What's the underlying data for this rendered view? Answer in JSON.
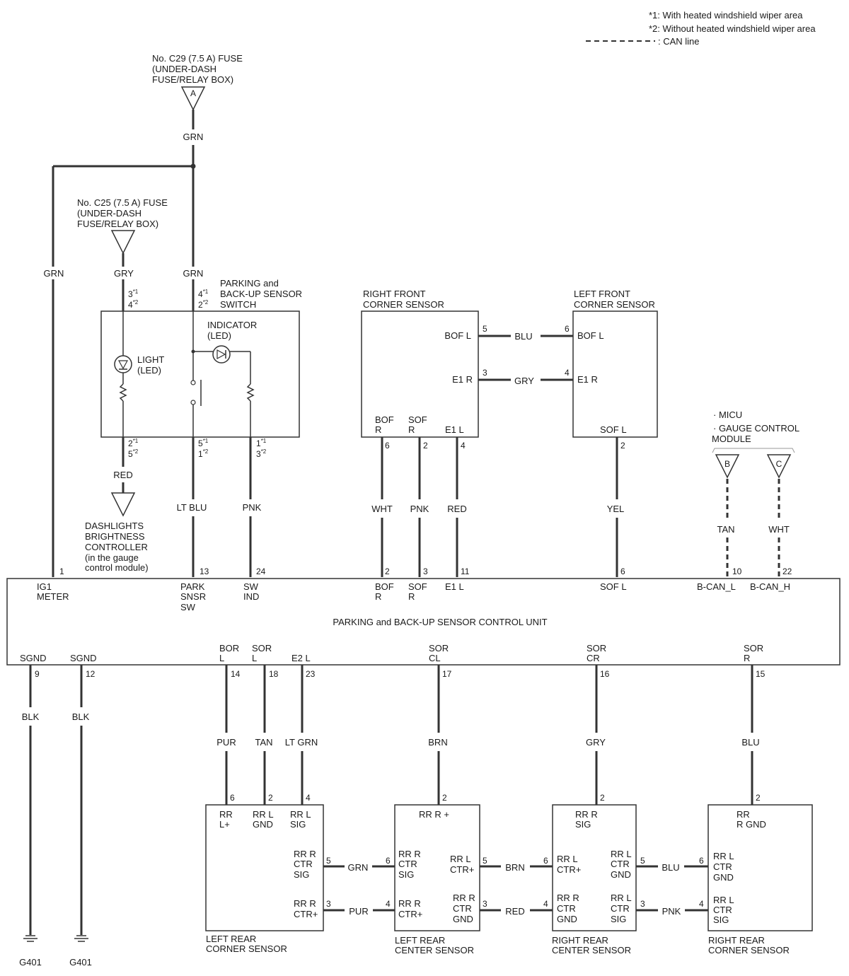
{
  "legend": {
    "note1": "*1: With heated windshield wiper area",
    "note2": "*2: Without heated windshield wiper area",
    "can": ": CAN line"
  },
  "fuse_a": {
    "lines": [
      "No. C29 (7.5 A) FUSE",
      "(UNDER-DASH",
      "FUSE/RELAY BOX)"
    ],
    "tag": "A",
    "wire": "GRN"
  },
  "fuse_c25": {
    "lines": [
      "No. C25 (7.5 A) FUSE",
      "(UNDER-DASH",
      "FUSE/RELAY BOX)"
    ],
    "wire": "GRY"
  },
  "wires": {
    "grn_left": "GRN",
    "grn_mid": "GRN"
  },
  "switch": {
    "title": [
      "PARKING and",
      "BACK-UP SENSOR",
      "SWITCH"
    ],
    "indicator": [
      "INDICATOR",
      "(LED)"
    ],
    "light": [
      "LIGHT",
      "(LED)"
    ],
    "pins": {
      "light_top_a": "3",
      "light_top_b": "4",
      "ind_top_a": "4",
      "ind_top_b": "2",
      "light_bot_a": "2",
      "light_bot_b": "5",
      "sw_bot_a": "5",
      "sw_bot_b": "1",
      "ind_bot_a": "1",
      "ind_bot_b": "3"
    },
    "sup1": "*1",
    "sup2": "*2"
  },
  "dashlights": {
    "wire": "RED",
    "lines": [
      "DASHLIGHTS",
      "BRIGHTNESS",
      "CONTROLLER",
      "(in the gauge",
      "control module)"
    ]
  },
  "switch_wires": {
    "ltblu": "LT BLU",
    "pnk": "PNK"
  },
  "rfcs": {
    "title": [
      "RIGHT FRONT",
      "CORNER SENSOR"
    ],
    "bofl": "BOF L",
    "e1r": "E1 R",
    "bofr": [
      "BOF",
      "R"
    ],
    "sofr": [
      "SOF",
      "R"
    ],
    "e1l": "E1 L",
    "pin_bofl": "5",
    "pin_e1r": "3",
    "pin_bofr": "6",
    "pin_sofr": "2",
    "pin_e1l": "4"
  },
  "lfcs": {
    "title": [
      "LEFT FRONT",
      "CORNER SENSOR"
    ],
    "bofl": "BOF L",
    "e1r": "E1 R",
    "sofl": "SOF L",
    "pin_bofl": "6",
    "pin_e1r": "4",
    "pin_sofl": "2"
  },
  "front_wires": {
    "blu": "BLU",
    "gry": "GRY",
    "wht": "WHT",
    "pnk": "PNK",
    "red": "RED",
    "yel": "YEL"
  },
  "micu": {
    "lines": [
      "· MICU",
      "· GAUGE CONTROL",
      "MODULE"
    ],
    "tag_b": "B",
    "tag_c": "C",
    "wire_tan": "TAN",
    "wire_wht": "WHT"
  },
  "unit": {
    "title": "PARKING and BACK-UP SENSOR CONTROL UNIT",
    "top_pins": {
      "ig1": "1",
      "park": "13",
      "sw": "24",
      "bofr": "2",
      "sofr": "3",
      "e1l": "11",
      "sofl": "6",
      "bcanl": "10",
      "bcanh": "22"
    },
    "top_labels": {
      "ig1": [
        "IG1",
        "METER"
      ],
      "park": [
        "PARK",
        "SNSR",
        "SW"
      ],
      "sw": [
        "SW",
        "IND"
      ],
      "bofr": [
        "BOF",
        "R"
      ],
      "sofr": [
        "SOF",
        "R"
      ],
      "e1l": "E1 L",
      "sofl": "SOF L",
      "bcanl": "B-CAN_L",
      "bcanh": "B-CAN_H"
    },
    "bot_labels": {
      "sgnd1": "SGND",
      "sgnd2": "SGND",
      "borl": [
        "BOR",
        "L"
      ],
      "sorl": [
        "SOR",
        "L"
      ],
      "e2l": "E2 L",
      "sorcl": [
        "SOR",
        "CL"
      ],
      "sorcr": [
        "SOR",
        "CR"
      ],
      "sorr": [
        "SOR",
        "R"
      ]
    },
    "bot_pins": {
      "sgnd1": "9",
      "sgnd2": "12",
      "borl": "14",
      "sorl": "18",
      "e2l": "23",
      "sorcl": "17",
      "sorcr": "16",
      "sorr": "15"
    }
  },
  "ground": {
    "wire1": "BLK",
    "wire2": "BLK",
    "g1": "G401",
    "g2": "G401"
  },
  "rear_wires": {
    "pur": "PUR",
    "tan": "TAN",
    "ltgrn": "LT GRN",
    "brn": "BRN",
    "gry": "GRY",
    "blu": "BLU"
  },
  "lrcs": {
    "title": [
      "LEFT REAR",
      "CORNER SENSOR"
    ],
    "rrl_plus": [
      "RR",
      "L+"
    ],
    "rrl_gnd": [
      "RR L",
      "GND"
    ],
    "rrl_sig": [
      "RR L",
      "SIG"
    ],
    "ctr_sig": [
      "RR R",
      "CTR",
      "SIG"
    ],
    "ctr_plus": [
      "RR R",
      "CTR+"
    ],
    "pin_6": "6",
    "pin_2": "2",
    "pin_4": "4",
    "pin_5": "5",
    "pin_3": "3"
  },
  "lrcen": {
    "title": [
      "LEFT REAR",
      "CENTER SENSOR"
    ],
    "rrr_plus": "RR R +",
    "rrr_ctr_sig": [
      "RR R",
      "CTR",
      "SIG"
    ],
    "rrr_ctr_plus": [
      "RR R",
      "CTR+"
    ],
    "rrl_ctr_plus": [
      "RR L",
      "CTR+"
    ],
    "rrr_ctr_gnd": [
      "RR R",
      "CTR",
      "GND"
    ],
    "pin_top": "2",
    "pin_l6": "6",
    "pin_l4": "4",
    "pin_r5": "5",
    "pin_r3": "3"
  },
  "rrcen": {
    "title": [
      "RIGHT REAR",
      "CENTER SENSOR"
    ],
    "rrr_sig": [
      "RR R",
      "SIG"
    ],
    "rrl_ctr_plus": [
      "RR L",
      "CTR+"
    ],
    "rrr_ctr_gnd": [
      "RR R",
      "CTR",
      "GND"
    ],
    "rrl_ctr_gnd": [
      "RR L",
      "CTR",
      "GND"
    ],
    "rrl_ctr_sig": [
      "RR L",
      "CTR",
      "SIG"
    ],
    "pin_top": "2",
    "pin_l6": "6",
    "pin_l4": "4",
    "pin_r5": "5",
    "pin_r3": "3"
  },
  "rrcs": {
    "title": [
      "RIGHT REAR",
      "CORNER SENSOR"
    ],
    "rrr_gnd": [
      "RR",
      "R GND"
    ],
    "rrl_ctr_gnd": [
      "RR L",
      "CTR",
      "GND"
    ],
    "rrl_ctr_sig": [
      "RR L",
      "CTR",
      "SIG"
    ],
    "pin_top": "2",
    "pin_l6": "6",
    "pin_l4": "4"
  },
  "link_wires": {
    "grn": "GRN",
    "pur": "PUR",
    "brn": "BRN",
    "red": "RED",
    "blu": "BLU",
    "pnk": "PNK"
  }
}
